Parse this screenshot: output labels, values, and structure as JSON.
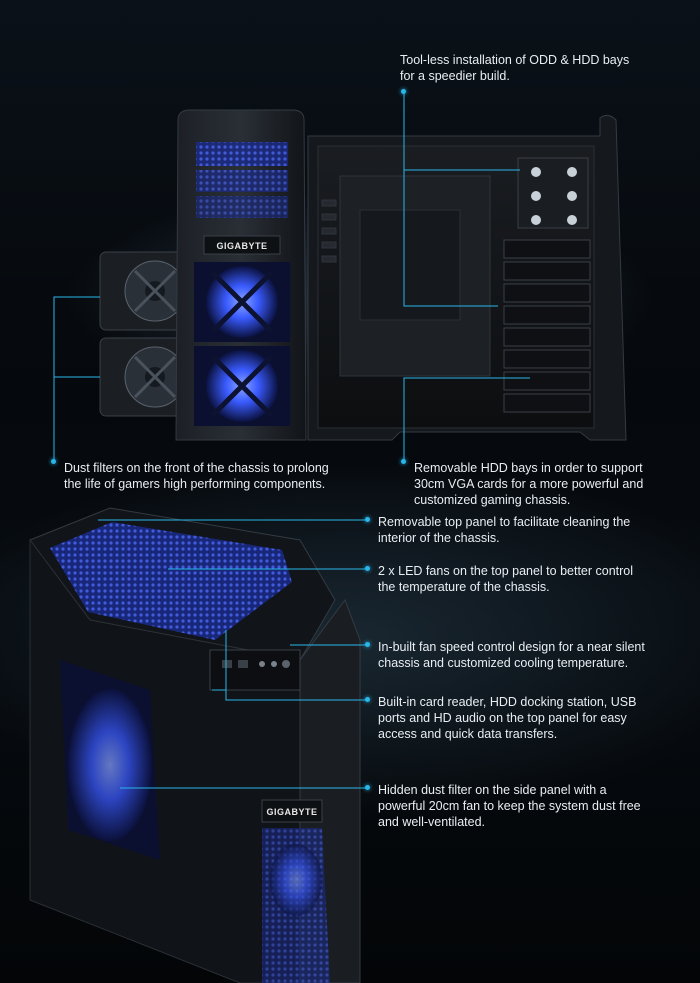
{
  "brand": {
    "front_badge": "GIGABYTE",
    "top_badge": "GIGABYTE"
  },
  "captions": {
    "toolless": "Tool-less installation of ODD & HDD bays for a speedier build.",
    "dust_front": "Dust filters on the front of the chassis to prolong the life of gamers high performing components.",
    "hdd_bays": "Removable HDD bays in order to support 30cm VGA cards for a more powerful and customized gaming chassis.",
    "top_panel": "Removable top panel to facilitate cleaning the interior of the chassis.",
    "led_fans": "2 x LED fans on the top panel to better control the temperature of the chassis.",
    "fan_control": "In-built fan speed control design for a near silent chassis and customized cooling temperature.",
    "card_reader": "Built-in card reader, HDD docking station, USB ports and HD audio on the top panel for easy access and quick data transfers.",
    "side_filter": "Hidden dust filter on the side panel with a powerful 20cm fan to keep the system dust free and well-ventilated."
  },
  "colors": {
    "accent": "#29b6e8",
    "led_blue": "#3a5bff",
    "chassis": "#15181c"
  },
  "icons": {
    "callout_marker": "cyan-dot-icon"
  }
}
